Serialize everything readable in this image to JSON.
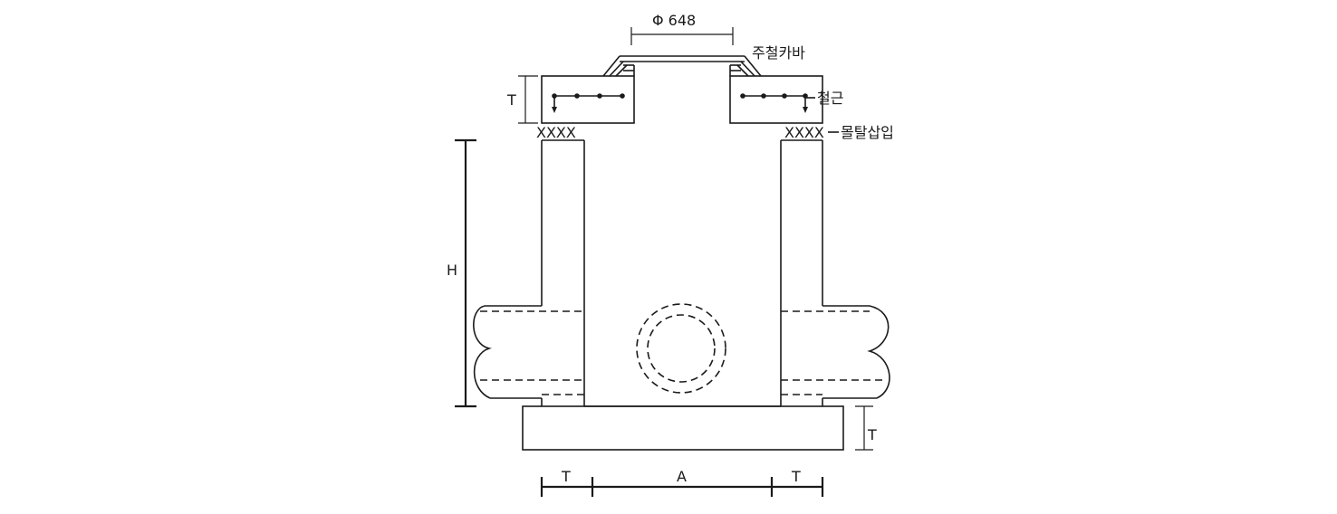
{
  "labels": {
    "diameter": "Φ 648",
    "cover": "주철카바",
    "rebar": "철근",
    "mortar": "몰탈삽입",
    "mortar_mark": "XXXX",
    "thickness": "T",
    "height": "H",
    "width": "A"
  }
}
